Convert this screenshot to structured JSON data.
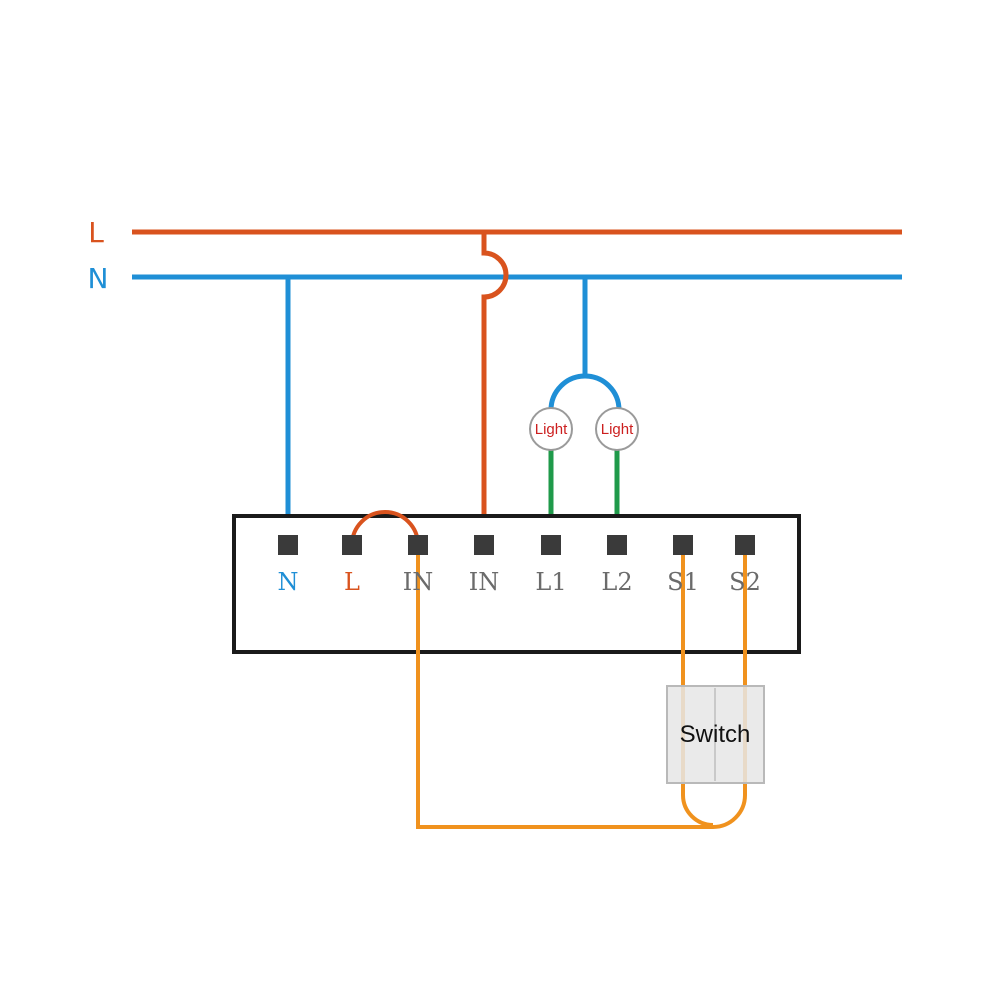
{
  "colors": {
    "live": "#d9531e",
    "neutral": "#1f8fd6",
    "load": "#1f9a4a",
    "switch_wire": "#f0921e",
    "terminal": "#3a3a3a",
    "label_grey": "#6b6b6b",
    "light_text": "#cc1f1f",
    "switch_fill": "#e6e6e6"
  },
  "rails": {
    "live_label": "L",
    "neutral_label": "N"
  },
  "terminals": [
    {
      "label": "N",
      "color_role": "neutral"
    },
    {
      "label": "L",
      "color_role": "live"
    },
    {
      "label": "IN",
      "color_role": "grey"
    },
    {
      "label": "IN",
      "color_role": "grey"
    },
    {
      "label": "L1",
      "color_role": "grey"
    },
    {
      "label": "L2",
      "color_role": "grey"
    },
    {
      "label": "S1",
      "color_role": "grey"
    },
    {
      "label": "S2",
      "color_role": "grey"
    }
  ],
  "lights": [
    {
      "label": "Light"
    },
    {
      "label": "Light"
    }
  ],
  "switch": {
    "label": "Switch"
  }
}
